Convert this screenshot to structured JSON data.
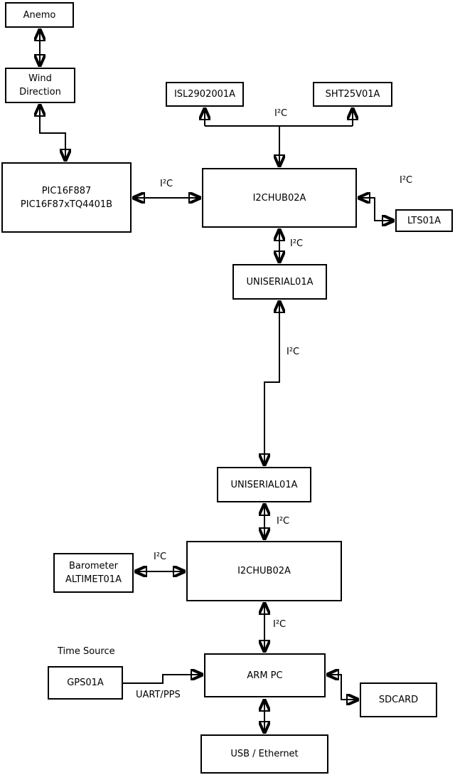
{
  "colors": {
    "background": "#ffffff",
    "line": "#000000",
    "text": "#000000"
  },
  "boxes": {
    "anemo": {
      "label": "Anemo"
    },
    "wind_direction": {
      "line1": "Wind",
      "line2": "Direction"
    },
    "pic": {
      "line1": "PIC16F887",
      "line2": "PIC16F87xTQ4401B"
    },
    "isl": {
      "label": "ISL2902001A"
    },
    "sht": {
      "label": "SHT25V01A"
    },
    "i2chub_top": {
      "label": "I2CHUB02A"
    },
    "lts": {
      "label": "LTS01A"
    },
    "uniserial_1": {
      "label": "UNISERIAL01A"
    },
    "uniserial_2": {
      "label": "UNISERIAL01A"
    },
    "barometer": {
      "line1": "Barometer",
      "line2": "ALTIMET01A"
    },
    "i2chub_bottom": {
      "label": "I2CHUB02A"
    },
    "gps": {
      "label": "GPS01A"
    },
    "arm_pc": {
      "label": "ARM PC"
    },
    "sdcard": {
      "label": "SDCARD"
    },
    "usb_ethernet": {
      "label": "USB / Ethernet"
    }
  },
  "edge_labels": {
    "i2c": "I²C",
    "time_source": "Time Source",
    "uart_pps": "UART/PPS"
  }
}
